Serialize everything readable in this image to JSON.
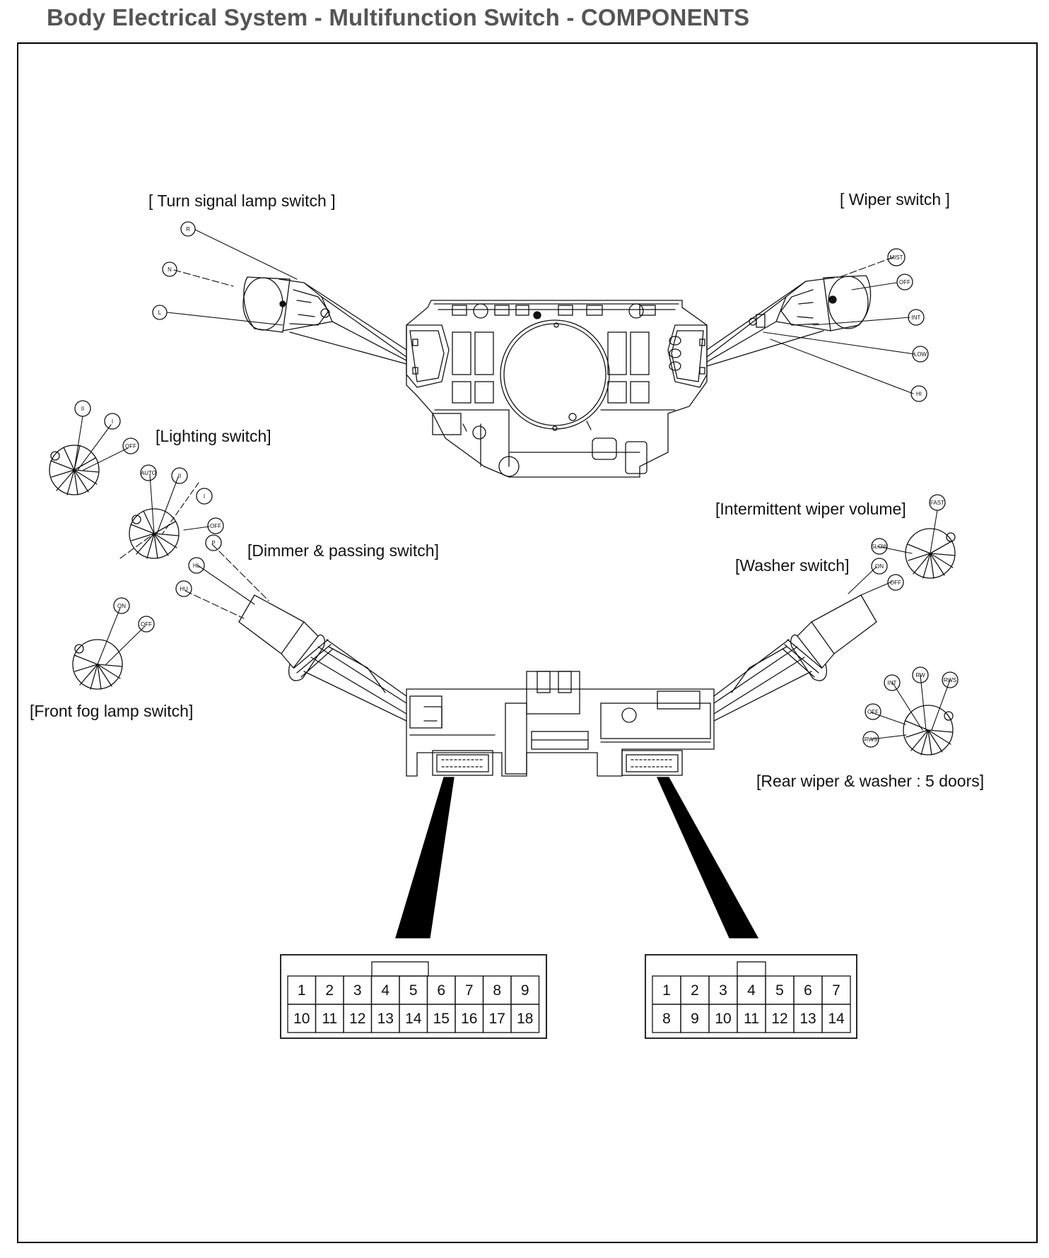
{
  "title": "Body Electrical System - Multifunction Switch - COMPONENTS",
  "labels": {
    "turn_signal": "[ Turn signal lamp switch ]",
    "wiper": "[ Wiper switch ]",
    "lighting": "[Lighting switch]",
    "dimmer": "[Dimmer & passing switch]",
    "front_fog": "[Front fog lamp switch]",
    "intermittent": "[Intermittent wiper volume]",
    "washer": "[Washer switch]",
    "rear_wiper": "[Rear wiper & washer : 5 doors]"
  },
  "positions": {
    "turn_signal": [
      "R",
      "N",
      "L"
    ],
    "wiper": [
      "MIST",
      "OFF",
      "INT",
      "LOW",
      "HI"
    ],
    "lighting": [
      "II",
      "I",
      "OFF"
    ],
    "lighting_auto": [
      "AUTO",
      "II",
      "I",
      "OFF"
    ],
    "dimmer": [
      "P",
      "HL",
      "HU"
    ],
    "front_fog": [
      "ON",
      "OFF"
    ],
    "intermittent": [
      "FAST",
      "SLOW"
    ],
    "washer": [
      "ON",
      "OFF"
    ],
    "rear_wiper": [
      "INT",
      "RW",
      "RWS",
      "OFF",
      "RWS"
    ]
  },
  "connectors": {
    "left": {
      "row1": [
        "1",
        "2",
        "3",
        "4",
        "5",
        "6",
        "7",
        "8",
        "9"
      ],
      "row2": [
        "10",
        "11",
        "12",
        "13",
        "14",
        "15",
        "16",
        "17",
        "18"
      ]
    },
    "right": {
      "row1": [
        "1",
        "2",
        "3",
        "4",
        "5",
        "6",
        "7"
      ],
      "row2": [
        "8",
        "9",
        "10",
        "11",
        "12",
        "13",
        "14"
      ]
    }
  }
}
